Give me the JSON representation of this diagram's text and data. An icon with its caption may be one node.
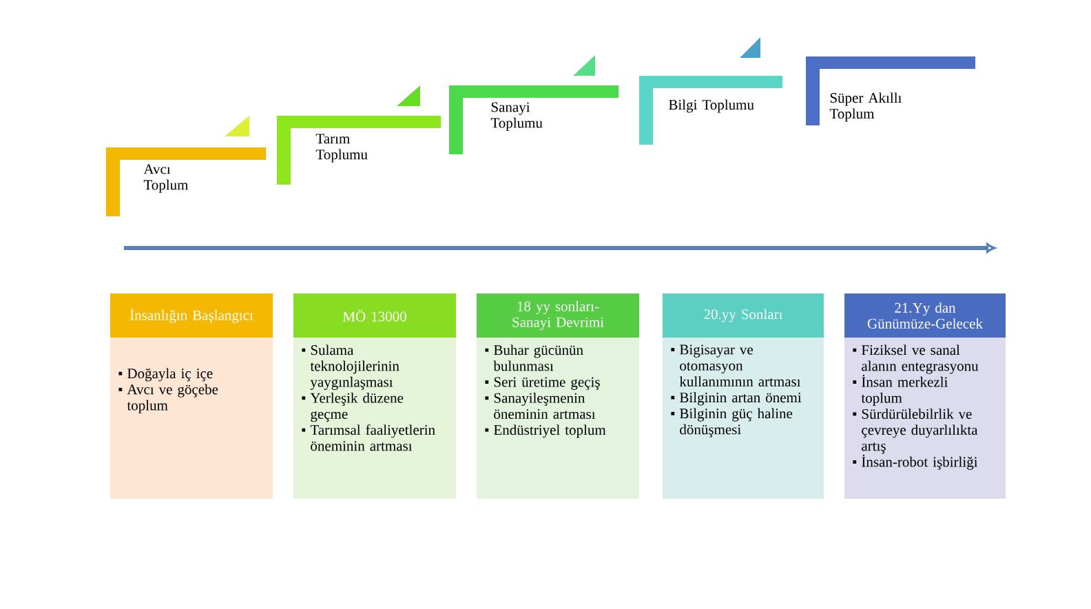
{
  "diagram": {
    "nodes": [
      {
        "text": [
          "Avcı Toplum"
        ]
      },
      {
        "text": [
          "Tarım Toplumu"
        ]
      },
      {
        "text": [
          "Sanayi Toplumu"
        ]
      },
      {
        "text": [
          "Bilgi  Toplumu"
        ]
      },
      {
        "text": [
          "Süper Akıllı Toplum"
        ]
      },
      {
        "text": [
          "İnsanlığın Başlangıcı",
          "Doğayla iç içe",
          "Avcı ve göçebe toplum"
        ]
      },
      {
        "text": [
          "MÖ 13000",
          "Sulama teknolojilerinin yaygınlaşması",
          "Yerleşik düzene geçme",
          "Tarımsal faaliyetlerin öneminin artması"
        ]
      },
      {
        "text": [
          "18 yy sonları- Sanayi Devrimi",
          "Buhar gücünün bulunması",
          "Seri üretime geçiş",
          "Sanayileşmenin öneminin artması",
          "Endüstriyel toplum"
        ]
      },
      {
        "text": [
          "20.yy Sonları",
          "Bigisayar ve otomasyon kullanımının artması",
          "Bilginin artan önemi",
          "Bilginin güç haline dönüşmesi"
        ]
      },
      {
        "text": [
          "21.Yy dan Günümüze-Gelecek",
          "Fiziksel ve sanal alanın entegrasyonu",
          "İnsan merkezli toplum",
          "Sürdürülebilrlik ve çevreye duyarlılıkta artış",
          "İnsan-robot işbirliği"
        ]
      }
    ]
  }
}
